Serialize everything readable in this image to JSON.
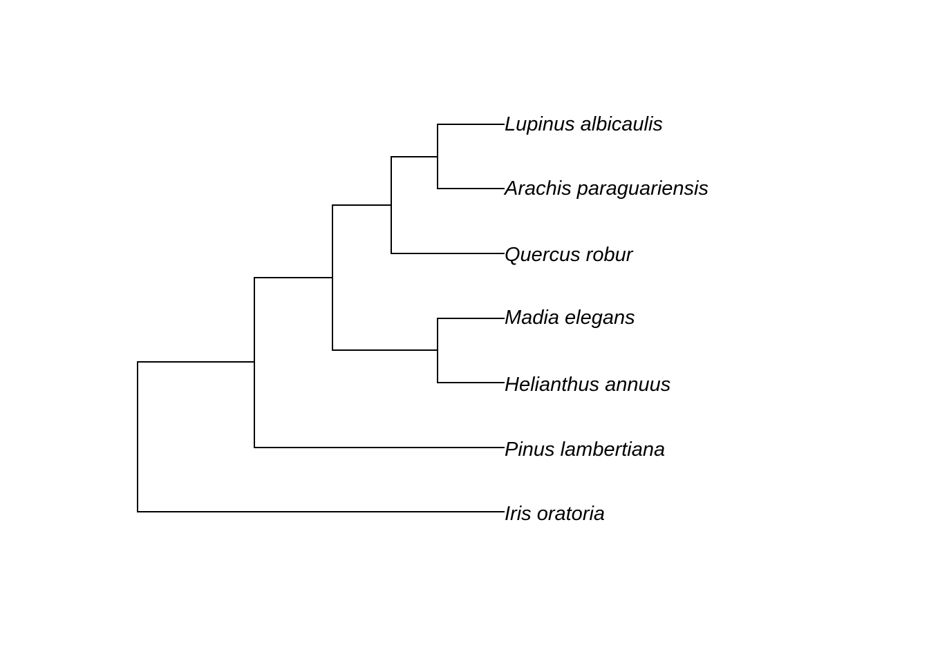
{
  "tree": {
    "tips": [
      {
        "name": "Lupinus albicaulis"
      },
      {
        "name": "Arachis paraguariensis"
      },
      {
        "name": "Quercus robur"
      },
      {
        "name": "Madia elegans"
      },
      {
        "name": "Helianthus annuus"
      },
      {
        "name": "Pinus lambertiana"
      },
      {
        "name": "Iris oratoria"
      }
    ],
    "newick": "(((((Lupinus albicaulis,Arachis paraguariensis),Quercus robur),(Madia elegans,Helianthus annuus)),Pinus lambertiana),Iris oratoria);",
    "line_color": "#000000"
  }
}
